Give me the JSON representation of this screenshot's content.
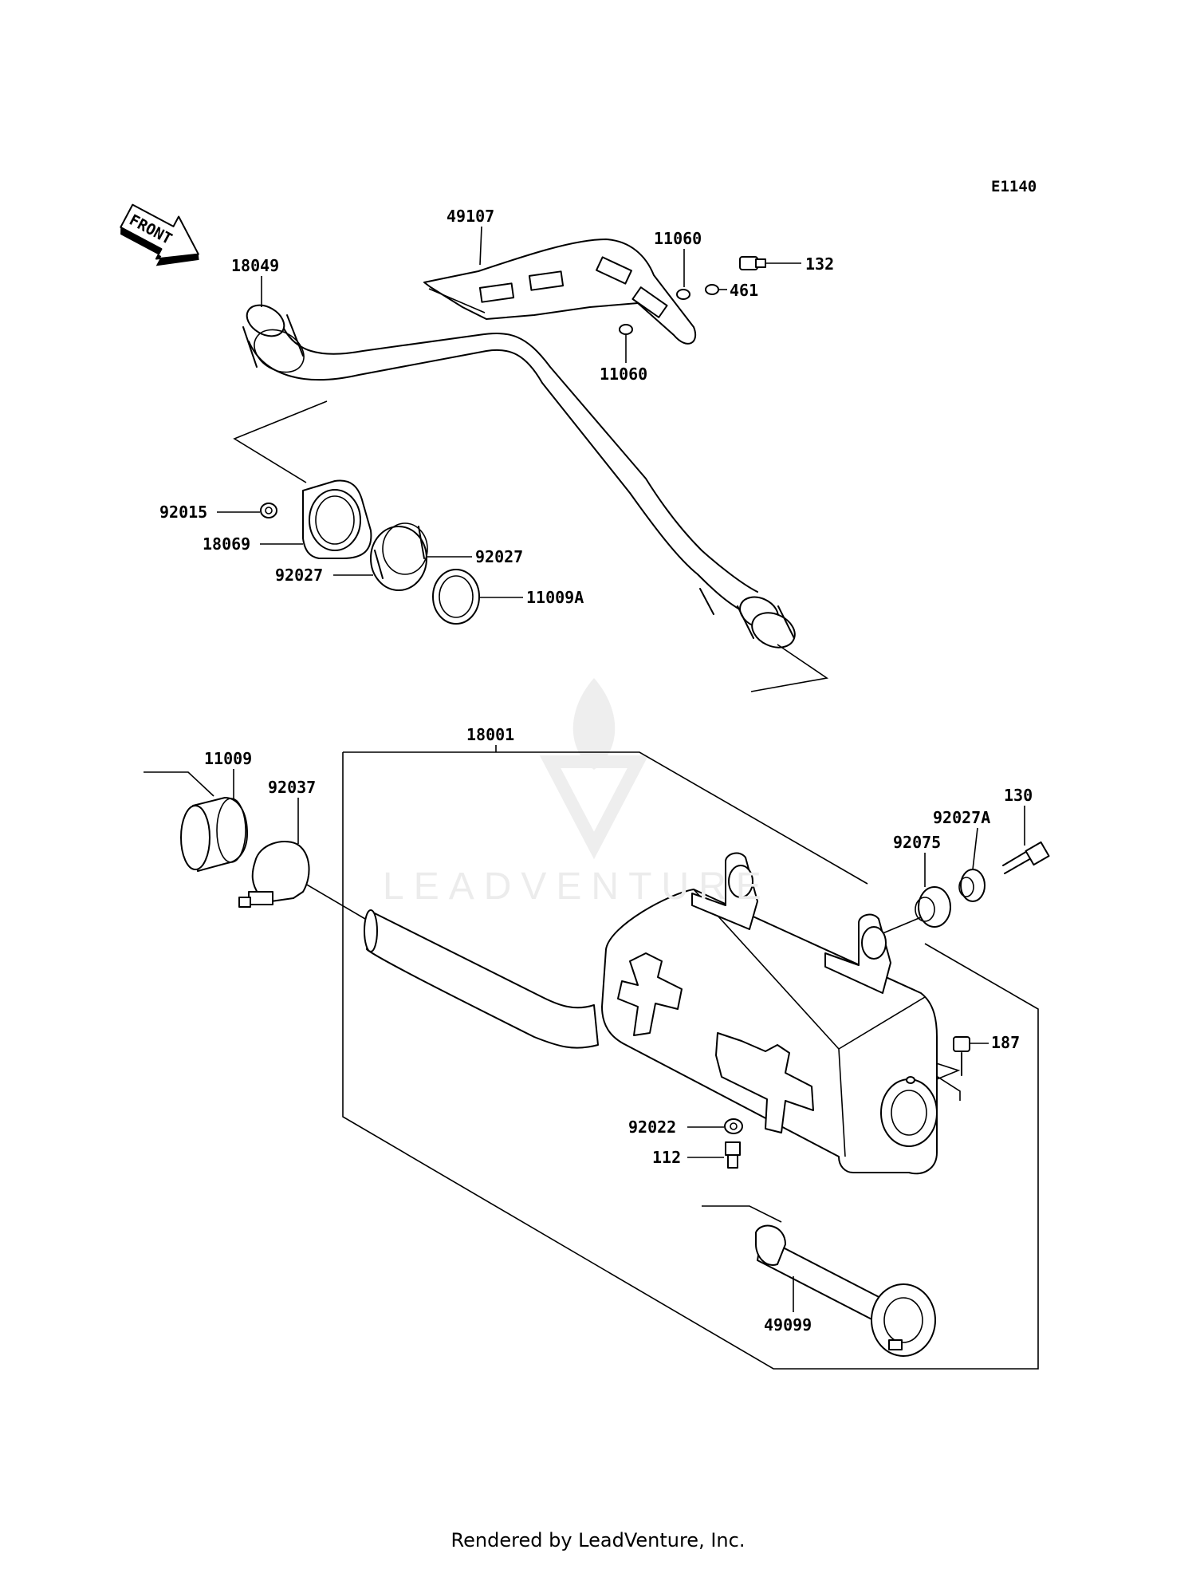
{
  "diagram": {
    "code": "E1140",
    "front_label": "FRONT",
    "watermark": "LEADVENTURE",
    "footer": "Rendered by LeadVenture, Inc.",
    "labels": [
      "49107",
      "11060",
      "132",
      "461",
      "11060",
      "18049",
      "92015",
      "18069",
      "92027",
      "92027",
      "11009A",
      "18001",
      "11009",
      "92037",
      "130",
      "92027A",
      "92075",
      "187",
      "92022",
      "112",
      "49099"
    ]
  }
}
